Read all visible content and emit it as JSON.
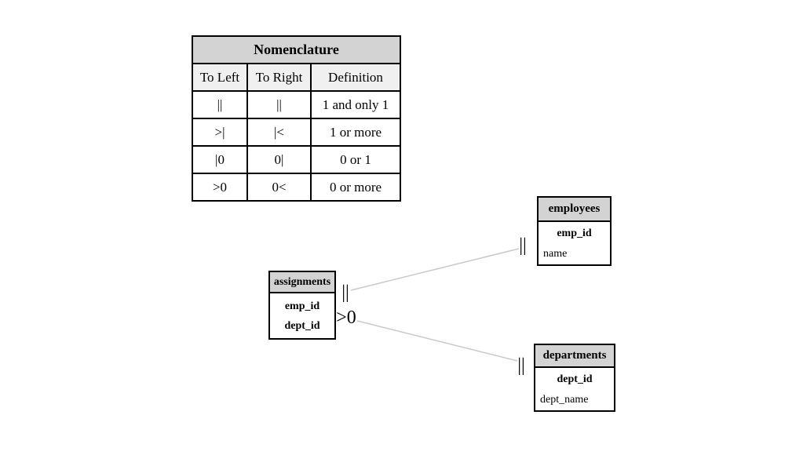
{
  "nomenclature": {
    "title": "Nomenclature",
    "headers": [
      "To Left",
      "To Right",
      "Definition"
    ],
    "rows": [
      [
        "||",
        "||",
        "1 and only 1"
      ],
      [
        ">|",
        "|<",
        "1 or more"
      ],
      [
        "|0",
        "0|",
        "0 or 1"
      ],
      [
        ">0",
        "0<",
        "0 or more"
      ]
    ]
  },
  "entities": {
    "employees": {
      "title": "employees",
      "key_columns": [
        "emp_id"
      ],
      "columns": [
        "name"
      ]
    },
    "assignments": {
      "title": "assignments",
      "key_columns": [
        "emp_id",
        "dept_id"
      ],
      "columns": []
    },
    "departments": {
      "title": "departments",
      "key_columns": [
        "dept_id"
      ],
      "columns": [
        "dept_name"
      ]
    }
  },
  "relationships": [
    {
      "from": "assignments",
      "to": "employees",
      "from_symbol": "||",
      "to_symbol": "||"
    },
    {
      "from": "assignments",
      "to": "departments",
      "from_symbol": ">0",
      "to_symbol": "||"
    }
  ],
  "colors": {
    "table_title_bg": "#d3d3d3",
    "table_colhead_bg": "#f0f0f0",
    "entity_header_bg": "#d3d3d3",
    "border": "#000000",
    "relationship_line": "#c9c9c9",
    "background": "#ffffff"
  }
}
